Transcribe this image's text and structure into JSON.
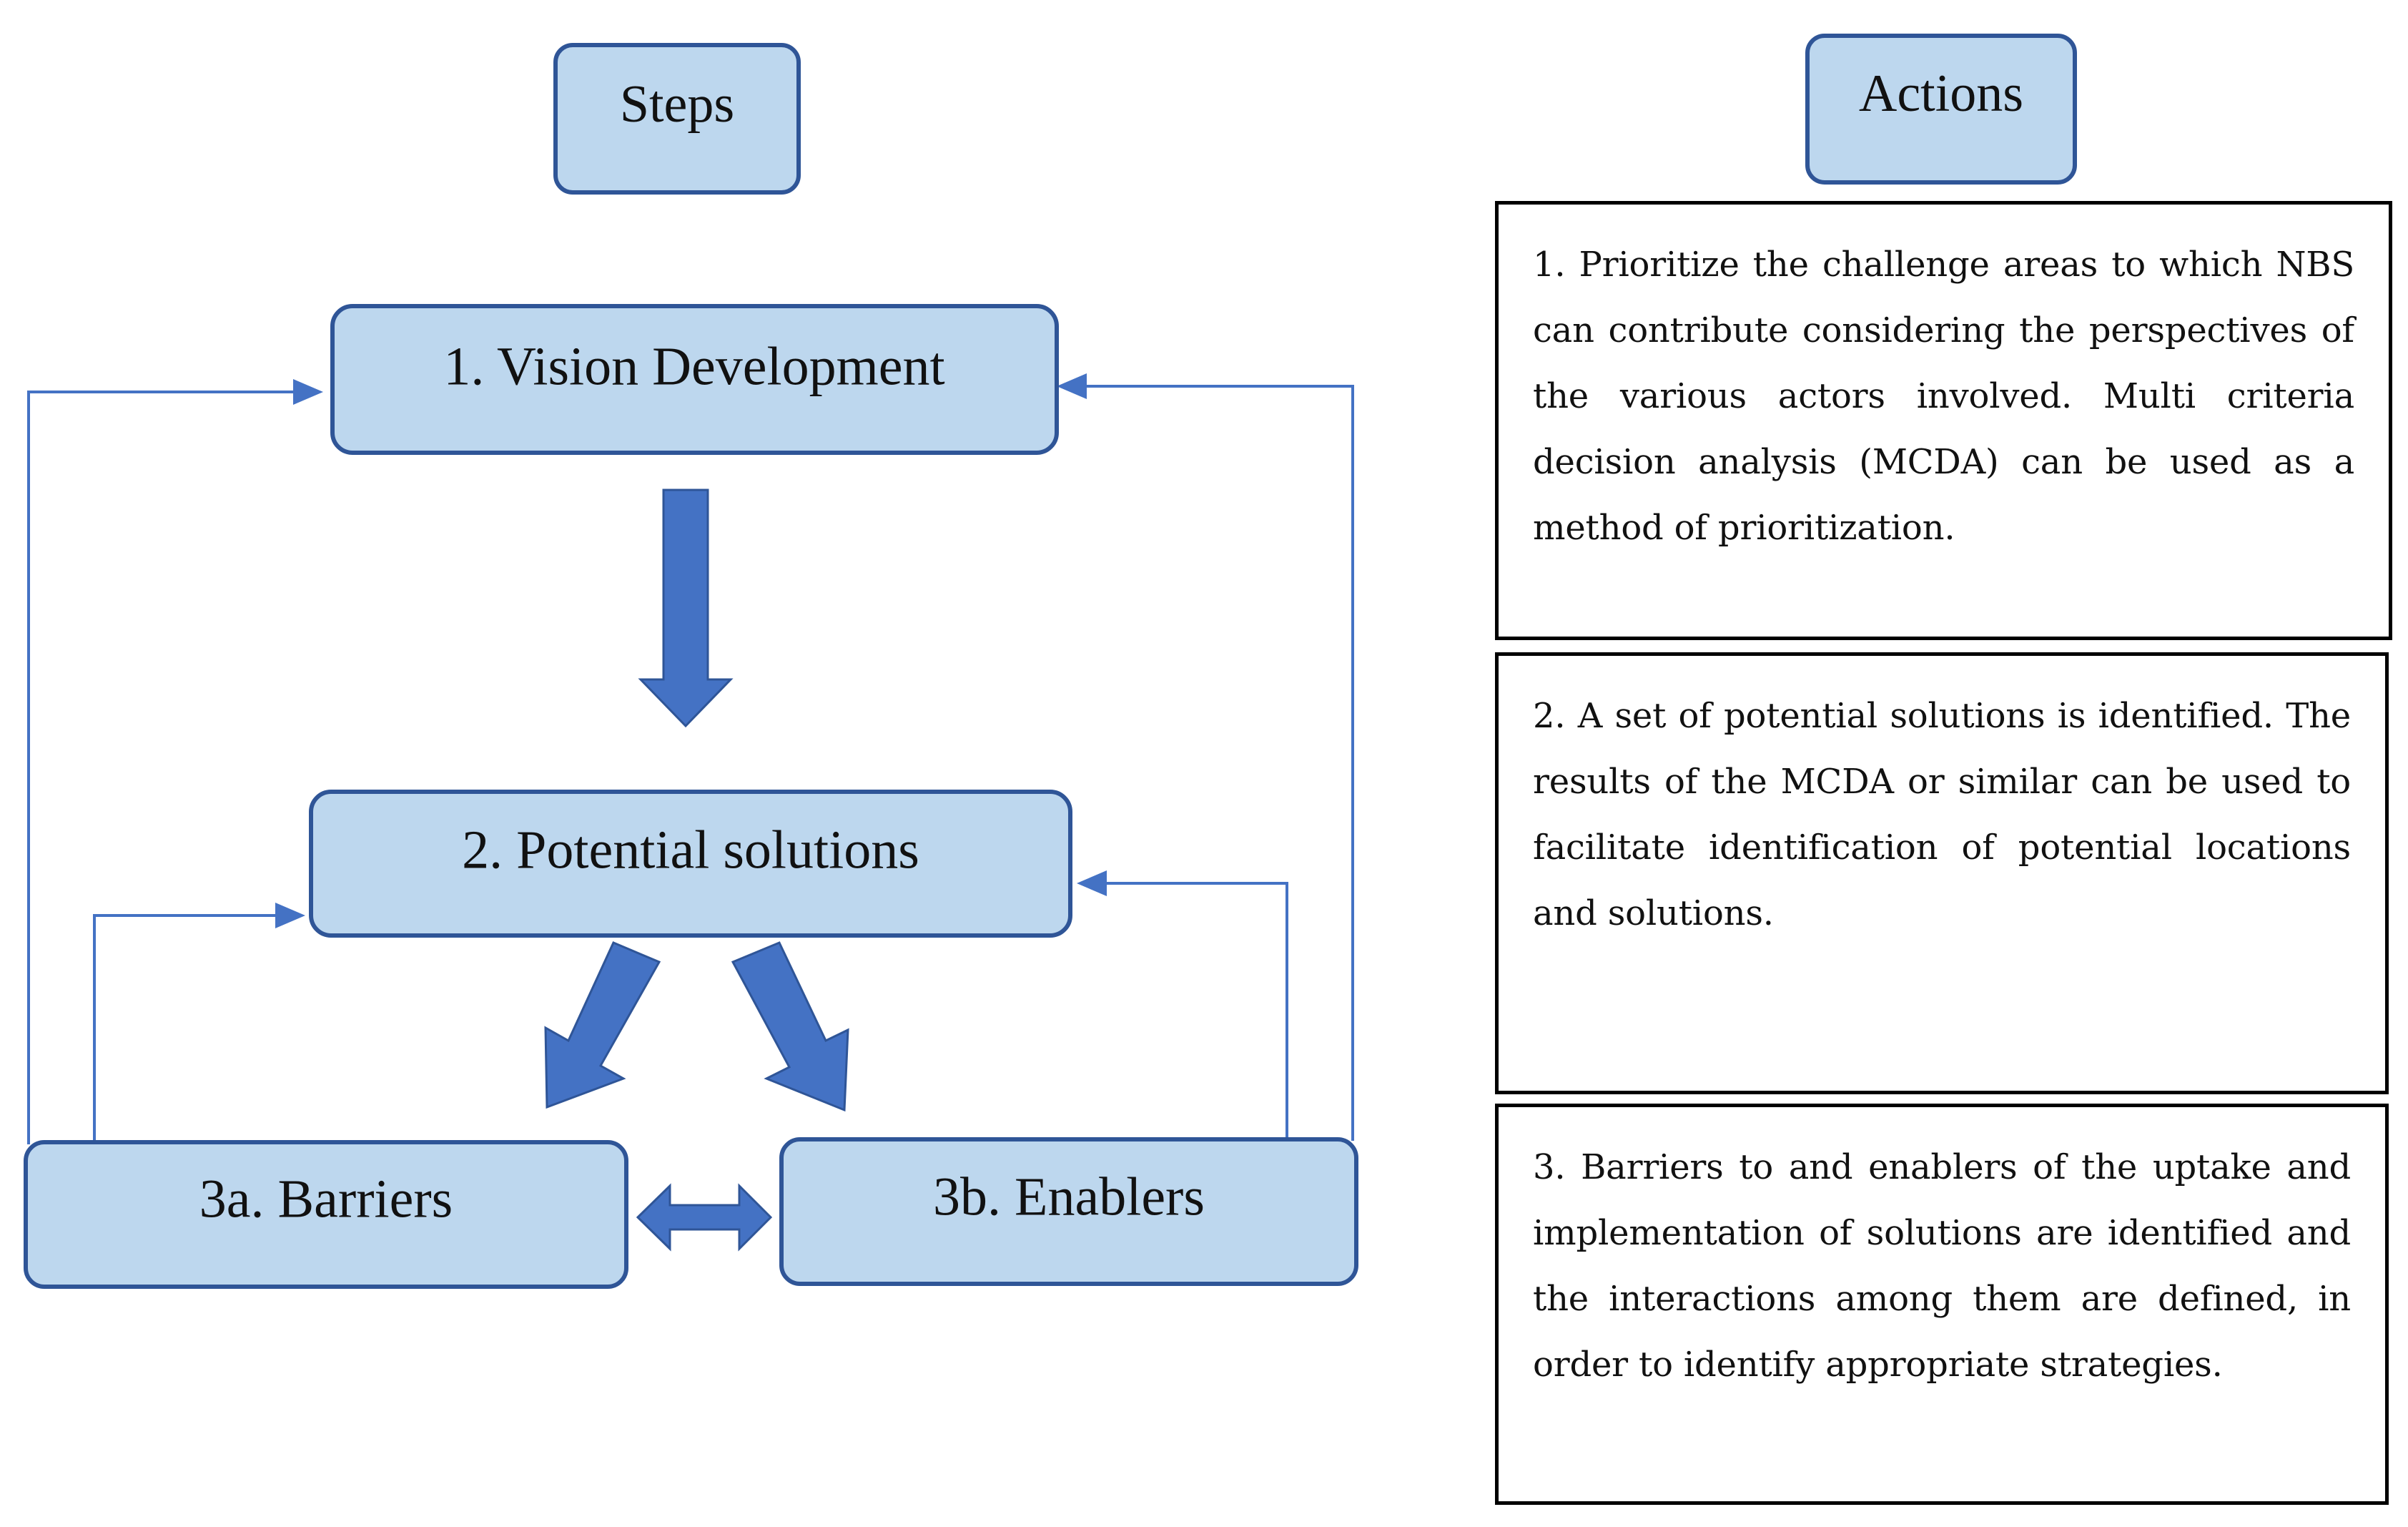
{
  "headers": {
    "steps": "Steps",
    "actions": "Actions"
  },
  "steps": {
    "vision": "1. Vision Development",
    "solutions": "2. Potential solutions",
    "barriers": "3a. Barriers",
    "enablers": "3b. Enablers"
  },
  "actions": [
    "1. Prioritize the challenge areas to which NBS can contribute considering the perspectives of the various actors involved. Multi criteria decision analysis (MCDA) can be used as a method of prioritization.",
    "2. A set of potential solutions is identified. The results of the MCDA or similar can be used to facilitate identification of potential locations and solutions.",
    "3. Barriers to and enablers of the uptake and implementation of solutions are identified and the interactions among them are defined, in order to identify appropriate strategies."
  ],
  "colors": {
    "box_fill": "#bdd7ee",
    "box_border": "#2f5597",
    "arrow": "#4472c4"
  }
}
